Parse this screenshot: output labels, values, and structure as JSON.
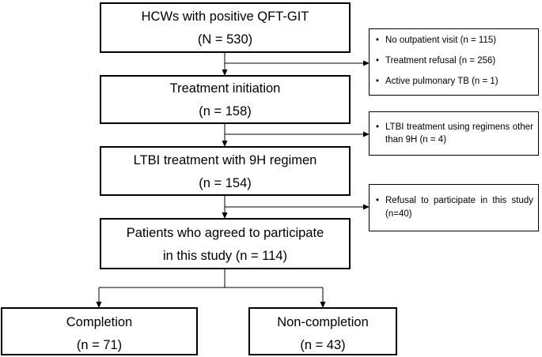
{
  "boxes": {
    "hcw": {
      "line1": "HCWs with positive QFT-GIT",
      "line2": "(N = 530)"
    },
    "initiation": {
      "line1": "Treatment initiation",
      "line2": "(n = 158)"
    },
    "ltbi9h": {
      "line1": "LTBI treatment with 9H regimen",
      "line2": "(n = 154)"
    },
    "agreed": {
      "line1": "Patients who agreed to participate",
      "line2": "in this study (n = 114)"
    },
    "completion": {
      "line1": "Completion",
      "line2": "(n = 71)"
    },
    "noncompletion": {
      "line1": "Non-completion",
      "line2": "(n = 43)"
    }
  },
  "exclusions": {
    "first": [
      "No outpatient visit (n = 115)",
      "Treatment refusal (n = 256)",
      "Active pulmonary TB (n = 1)"
    ],
    "second": [
      "LTBI treatment using regimens other than 9H (n = 4)"
    ],
    "third": [
      "Refusal to participate in this study (n=40)"
    ]
  }
}
